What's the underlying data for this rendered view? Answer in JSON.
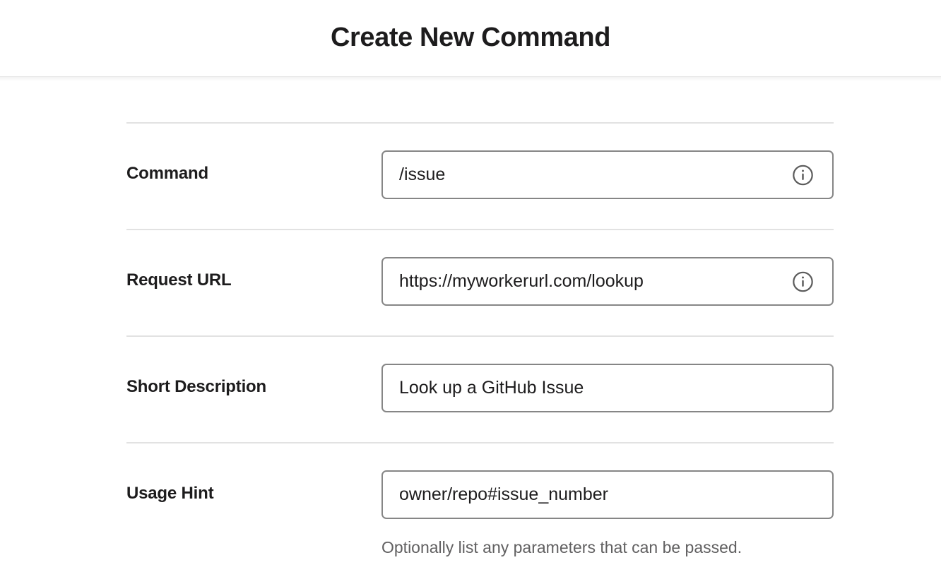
{
  "header": {
    "title": "Create New Command"
  },
  "form": {
    "fields": [
      {
        "label": "Command",
        "value": "/issue",
        "placeholder": "",
        "has_info_icon": true,
        "info_icon": "info-icon",
        "helper": ""
      },
      {
        "label": "Request URL",
        "value": "https://myworkerurl.com/lookup",
        "placeholder": "",
        "has_info_icon": true,
        "info_icon": "info-icon",
        "helper": ""
      },
      {
        "label": "Short Description",
        "value": "Look up a GitHub Issue",
        "placeholder": "",
        "has_info_icon": false,
        "info_icon": "",
        "helper": ""
      },
      {
        "label": "Usage Hint",
        "value": "owner/repo#issue_number",
        "placeholder": "",
        "has_info_icon": false,
        "info_icon": "",
        "helper": "Optionally list any parameters that can be passed."
      }
    ]
  },
  "colors": {
    "text_primary": "#1d1c1d",
    "text_muted": "#616061",
    "input_border": "#868686",
    "divider": "#e2e2e2",
    "background": "#ffffff"
  }
}
